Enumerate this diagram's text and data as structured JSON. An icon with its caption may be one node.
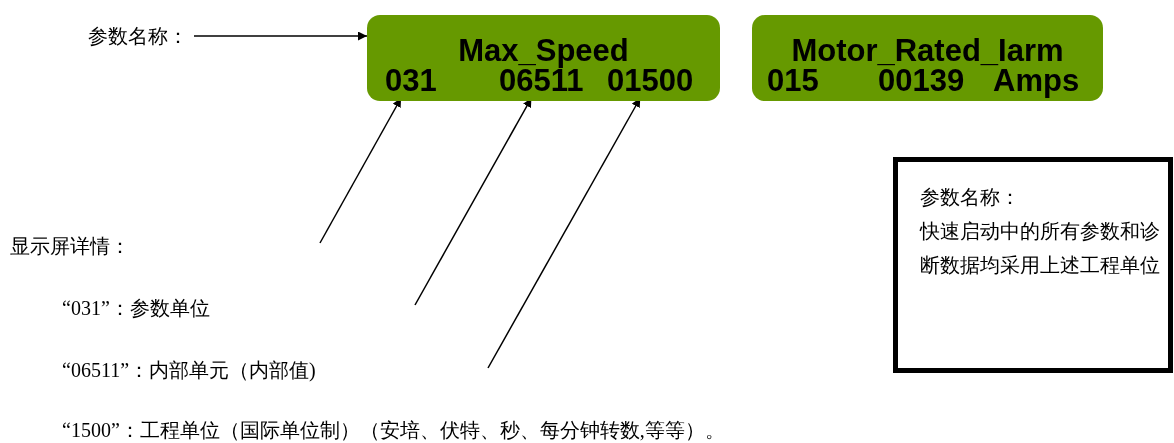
{
  "diagram": {
    "nodes": [
      {
        "text": [
          "参数名称："
        ]
      },
      {
        "text": [
          "Max_Speed"
        ]
      },
      {
        "text": [
          "031"
        ],
        "in": 1
      },
      {
        "text": [
          "06511"
        ],
        "in": 1
      },
      {
        "text": [
          "01500"
        ],
        "in": 1
      },
      {
        "text": [
          "Motor_Rated_Iarm"
        ]
      },
      {
        "text": [
          "015"
        ],
        "in": 5
      },
      {
        "text": [
          "00139"
        ],
        "in": 5
      },
      {
        "text": [
          "Amps"
        ],
        "in": 5
      },
      {
        "text": [
          "参数名称：",
          "快速启动中的所有参数和诊断数据均采用上述工程单位"
        ]
      }
    ],
    "edges": [
      {
        "from": 0,
        "to": 1,
        "arrow": "to"
      },
      {
        "from": null,
        "to": 2,
        "arrow": "to"
      },
      {
        "from": null,
        "to": 3,
        "arrow": "to"
      },
      {
        "from": null,
        "to": 4,
        "arrow": "to"
      }
    ],
    "labels": [
      "显示屏详情：",
      "“031”：参数单位",
      "“06511”：内部单元（内部值)",
      "“1500”：工程单位（国际单位制）（安培、伏特、秒、每分钟转数,等等）。"
    ]
  }
}
